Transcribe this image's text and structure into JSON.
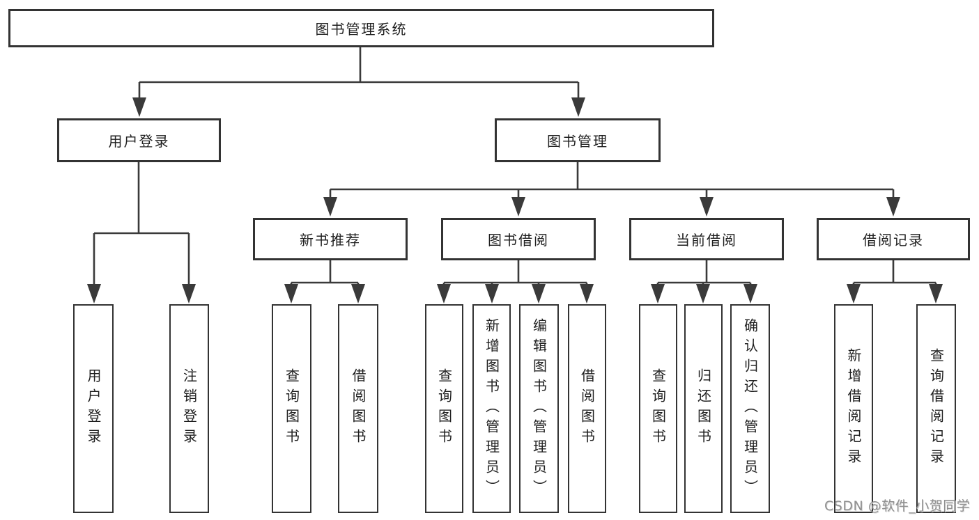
{
  "diagram": {
    "type": "tree",
    "root": {
      "label": "图书管理系统"
    },
    "branches": [
      {
        "label": "用户登录",
        "children": [
          {
            "label": "用户登录"
          },
          {
            "label": "注销登录"
          }
        ]
      },
      {
        "label": "图书管理",
        "children": [
          {
            "label": "新书推荐",
            "children": [
              {
                "label": "查询图书"
              },
              {
                "label": "借阅图书"
              }
            ]
          },
          {
            "label": "图书借阅",
            "children": [
              {
                "label": "查询图书"
              },
              {
                "label": "新增图书（管理员）"
              },
              {
                "label": "编辑图书（管理员）"
              },
              {
                "label": "借阅图书"
              }
            ]
          },
          {
            "label": "当前借阅",
            "children": [
              {
                "label": "查询图书"
              },
              {
                "label": "归还图书"
              },
              {
                "label": "确认归还（管理员）"
              }
            ]
          },
          {
            "label": "借阅记录",
            "children": [
              {
                "label": "新增借阅记录"
              },
              {
                "label": "查询借阅记录"
              }
            ]
          }
        ]
      }
    ],
    "colors": {
      "line": "#3a3a3a",
      "box_border": "#333333",
      "text": "#1f1f1f",
      "background": "#ffffff",
      "watermark": "#909090"
    }
  },
  "watermark": {
    "text": "CSDN @软件_小贺同学"
  }
}
